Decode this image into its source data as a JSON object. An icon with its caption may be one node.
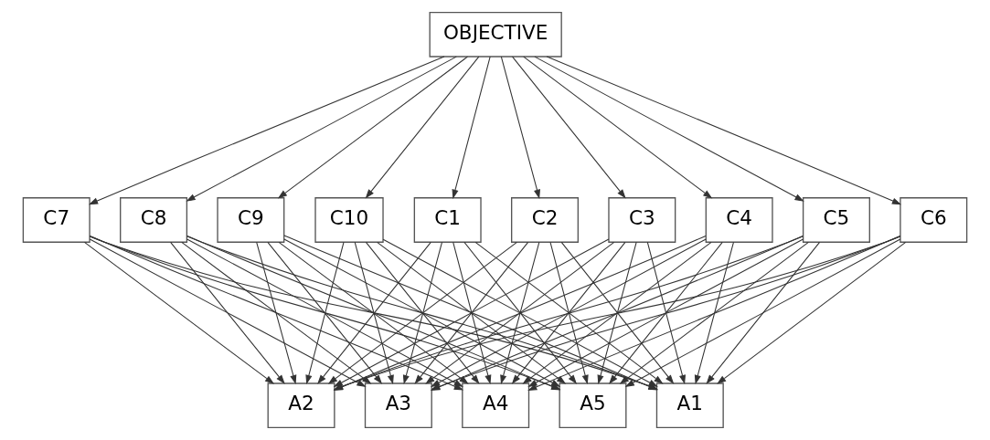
{
  "diagram": {
    "nodes": [
      {
        "text": [
          "OBJECTIVE"
        ]
      },
      {
        "text": [
          "C1"
        ]
      },
      {
        "text": [
          "C2"
        ]
      },
      {
        "text": [
          "C3"
        ]
      },
      {
        "text": [
          "C4"
        ]
      },
      {
        "text": [
          "C5"
        ]
      },
      {
        "text": [
          "C6"
        ]
      },
      {
        "text": [
          "C7"
        ]
      },
      {
        "text": [
          "C8"
        ]
      },
      {
        "text": [
          "C9"
        ]
      },
      {
        "text": [
          "C10"
        ]
      },
      {
        "text": [
          "A1"
        ]
      },
      {
        "text": [
          "A2"
        ]
      },
      {
        "text": [
          "A3"
        ]
      },
      {
        "text": [
          "A4"
        ]
      },
      {
        "text": [
          "A5"
        ]
      }
    ],
    "edges": [
      {
        "from": 0,
        "to": 1,
        "arrow": "to"
      },
      {
        "from": 0,
        "to": 2,
        "arrow": "to"
      },
      {
        "from": 0,
        "to": 3,
        "arrow": "to"
      },
      {
        "from": 0,
        "to": 4,
        "arrow": "to"
      },
      {
        "from": 0,
        "to": 5,
        "arrow": "to"
      },
      {
        "from": 0,
        "to": 6,
        "arrow": "to"
      },
      {
        "from": 0,
        "to": 7,
        "arrow": "to"
      },
      {
        "from": 0,
        "to": 8,
        "arrow": "to"
      },
      {
        "from": 0,
        "to": 9,
        "arrow": "to"
      },
      {
        "from": 0,
        "to": 10,
        "arrow": "to"
      },
      {
        "from": 1,
        "to": 11,
        "arrow": "to"
      },
      {
        "from": 1,
        "to": 12,
        "arrow": "to"
      },
      {
        "from": 1,
        "to": 13,
        "arrow": "to"
      },
      {
        "from": 1,
        "to": 14,
        "arrow": "to"
      },
      {
        "from": 1,
        "to": 15,
        "arrow": "to"
      },
      {
        "from": 2,
        "to": 11,
        "arrow": "to"
      },
      {
        "from": 2,
        "to": 12,
        "arrow": "to"
      },
      {
        "from": 2,
        "to": 13,
        "arrow": "to"
      },
      {
        "from": 2,
        "to": 14,
        "arrow": "to"
      },
      {
        "from": 2,
        "to": 15,
        "arrow": "to"
      },
      {
        "from": 3,
        "to": 11,
        "arrow": "to"
      },
      {
        "from": 3,
        "to": 12,
        "arrow": "to"
      },
      {
        "from": 3,
        "to": 13,
        "arrow": "to"
      },
      {
        "from": 3,
        "to": 14,
        "arrow": "to"
      },
      {
        "from": 3,
        "to": 15,
        "arrow": "to"
      },
      {
        "from": 4,
        "to": 11,
        "arrow": "to"
      },
      {
        "from": 4,
        "to": 12,
        "arrow": "to"
      },
      {
        "from": 4,
        "to": 13,
        "arrow": "to"
      },
      {
        "from": 4,
        "to": 14,
        "arrow": "to"
      },
      {
        "from": 4,
        "to": 15,
        "arrow": "to"
      },
      {
        "from": 5,
        "to": 11,
        "arrow": "to"
      },
      {
        "from": 5,
        "to": 12,
        "arrow": "to"
      },
      {
        "from": 5,
        "to": 13,
        "arrow": "to"
      },
      {
        "from": 5,
        "to": 14,
        "arrow": "to"
      },
      {
        "from": 5,
        "to": 15,
        "arrow": "to"
      },
      {
        "from": 6,
        "to": 11,
        "arrow": "to"
      },
      {
        "from": 6,
        "to": 12,
        "arrow": "to"
      },
      {
        "from": 6,
        "to": 13,
        "arrow": "to"
      },
      {
        "from": 6,
        "to": 14,
        "arrow": "to"
      },
      {
        "from": 6,
        "to": 15,
        "arrow": "to"
      },
      {
        "from": 7,
        "to": 11,
        "arrow": "to"
      },
      {
        "from": 7,
        "to": 12,
        "arrow": "to"
      },
      {
        "from": 7,
        "to": 13,
        "arrow": "to"
      },
      {
        "from": 7,
        "to": 14,
        "arrow": "to"
      },
      {
        "from": 7,
        "to": 15,
        "arrow": "to"
      },
      {
        "from": 8,
        "to": 11,
        "arrow": "to"
      },
      {
        "from": 8,
        "to": 12,
        "arrow": "to"
      },
      {
        "from": 8,
        "to": 13,
        "arrow": "to"
      },
      {
        "from": 8,
        "to": 14,
        "arrow": "to"
      },
      {
        "from": 8,
        "to": 15,
        "arrow": "to"
      },
      {
        "from": 9,
        "to": 11,
        "arrow": "to"
      },
      {
        "from": 9,
        "to": 12,
        "arrow": "to"
      },
      {
        "from": 9,
        "to": 13,
        "arrow": "to"
      },
      {
        "from": 9,
        "to": 14,
        "arrow": "to"
      },
      {
        "from": 9,
        "to": 15,
        "arrow": "to"
      },
      {
        "from": 10,
        "to": 11,
        "arrow": "to"
      },
      {
        "from": 10,
        "to": 12,
        "arrow": "to"
      },
      {
        "from": 10,
        "to": 13,
        "arrow": "to"
      },
      {
        "from": 10,
        "to": 14,
        "arrow": "to"
      },
      {
        "from": 10,
        "to": 15,
        "arrow": "to"
      }
    ]
  }
}
